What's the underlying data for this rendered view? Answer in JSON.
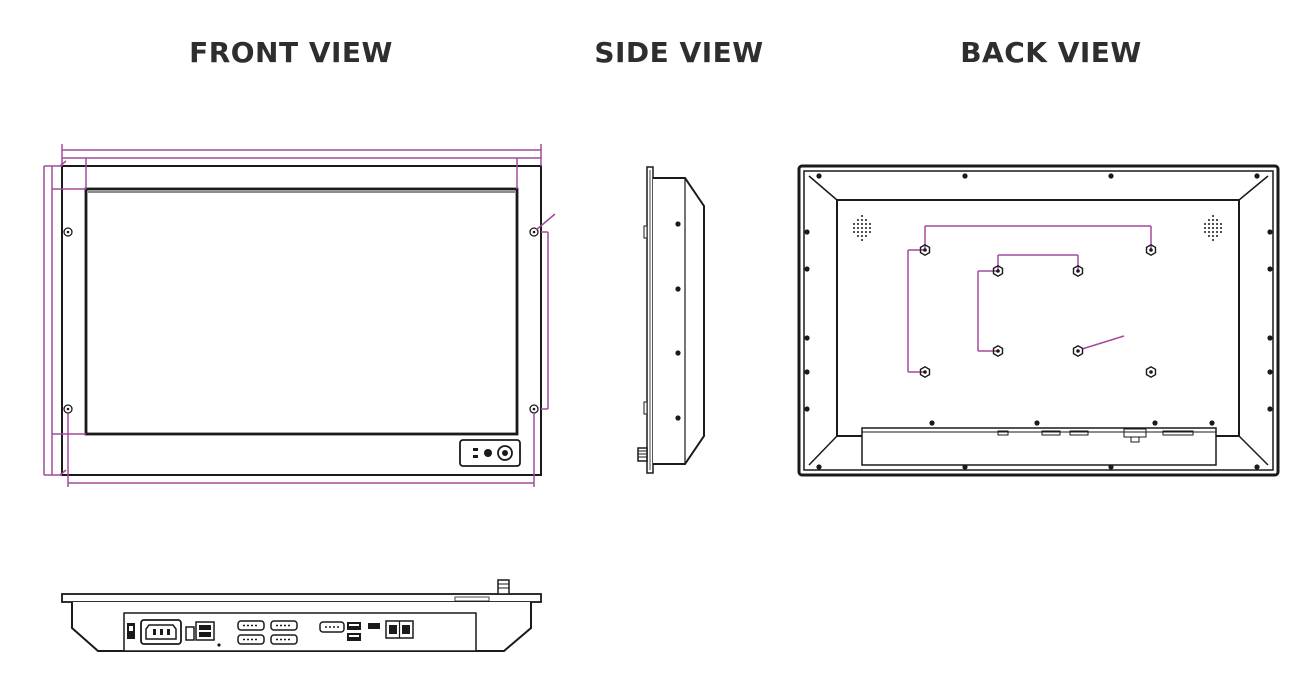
{
  "titles": {
    "front": "FRONT VIEW",
    "side": "SIDE VIEW",
    "back": "BACK VIEW"
  },
  "colors": {
    "outline": "#1a1a1a",
    "dimension": "#a24a9c",
    "title": "#2e2e2e"
  }
}
